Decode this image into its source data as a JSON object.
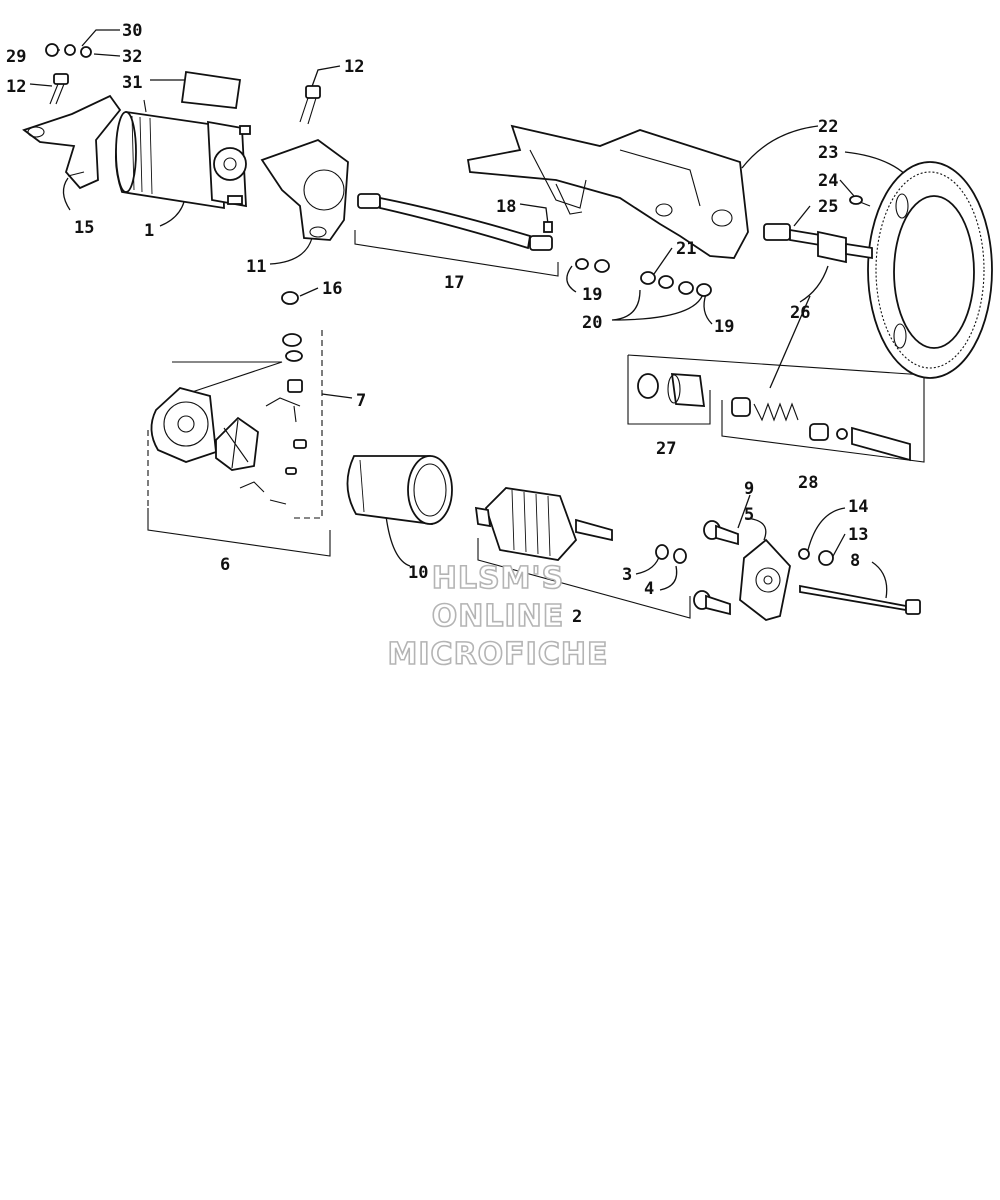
{
  "callouts": [
    {
      "id": "c30",
      "text": "30"
    },
    {
      "id": "c29",
      "text": "29"
    },
    {
      "id": "c32",
      "text": "32"
    },
    {
      "id": "c12a",
      "text": "12"
    },
    {
      "id": "c31",
      "text": "31"
    },
    {
      "id": "c12b",
      "text": "12"
    },
    {
      "id": "c15",
      "text": "15"
    },
    {
      "id": "c1",
      "text": "1"
    },
    {
      "id": "c11",
      "text": "11"
    },
    {
      "id": "c17",
      "text": "17"
    },
    {
      "id": "c18",
      "text": "18"
    },
    {
      "id": "c19a",
      "text": "19"
    },
    {
      "id": "c20",
      "text": "20"
    },
    {
      "id": "c21",
      "text": "21"
    },
    {
      "id": "c19b",
      "text": "19"
    },
    {
      "id": "c22",
      "text": "22"
    },
    {
      "id": "c23",
      "text": "23"
    },
    {
      "id": "c24",
      "text": "24"
    },
    {
      "id": "c25",
      "text": "25"
    },
    {
      "id": "c26",
      "text": "26"
    },
    {
      "id": "c16",
      "text": "16"
    },
    {
      "id": "c7",
      "text": "7"
    },
    {
      "id": "c6",
      "text": "6"
    },
    {
      "id": "c10",
      "text": "10"
    },
    {
      "id": "c27",
      "text": "27"
    },
    {
      "id": "c28",
      "text": "28"
    },
    {
      "id": "c9",
      "text": "9"
    },
    {
      "id": "c5",
      "text": "5"
    },
    {
      "id": "c14",
      "text": "14"
    },
    {
      "id": "c13",
      "text": "13"
    },
    {
      "id": "c8",
      "text": "8"
    },
    {
      "id": "c3",
      "text": "3"
    },
    {
      "id": "c4",
      "text": "4"
    },
    {
      "id": "c2",
      "text": "2"
    }
  ],
  "watermark": [
    "HLSM'S",
    "ONLINE",
    "MICROFICHE"
  ],
  "colors": {
    "ink": "#111111",
    "background": "#ffffff",
    "watermark_outline": "#b4b4b4"
  }
}
